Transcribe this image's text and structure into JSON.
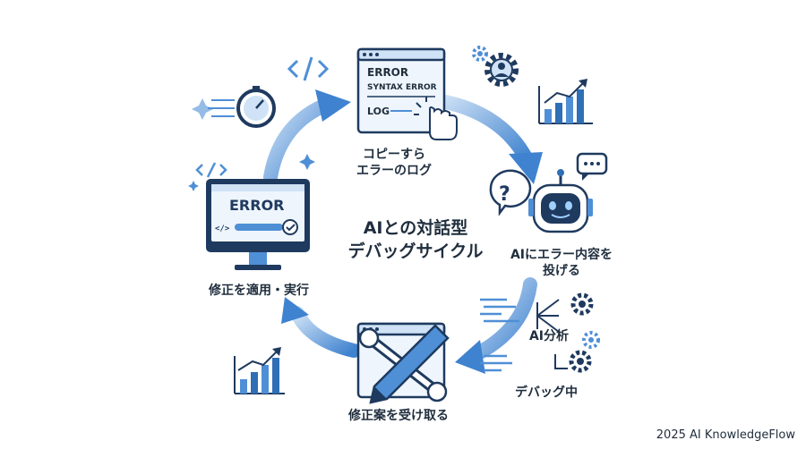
{
  "center_title": [
    "AIとの対話型",
    "デバッグサイクル"
  ],
  "steps": [
    {
      "label": [
        "コピーすら",
        "エラーのログ"
      ]
    },
    {
      "label": [
        "AIにエラー内容を",
        "投げる"
      ]
    },
    {
      "label": [
        "デバッグ中"
      ]
    },
    {
      "label": [
        "修正案を受け取る"
      ]
    },
    {
      "label": [
        "修正を適用・実行"
      ]
    }
  ],
  "doc_window": {
    "lines": [
      "ERROR",
      "SYNTAX ERROR",
      "LOG"
    ]
  },
  "monitor": {
    "text": "ERROR"
  },
  "analysis_label": "AI分析",
  "code_glyph": "</>",
  "credit": "2025 AI KnowledgeFlow",
  "colors": {
    "primary": "#2f6fb5",
    "dark": "#1f3a5f",
    "light": "#d6e6f7",
    "arrow": "#4f8fd6"
  }
}
